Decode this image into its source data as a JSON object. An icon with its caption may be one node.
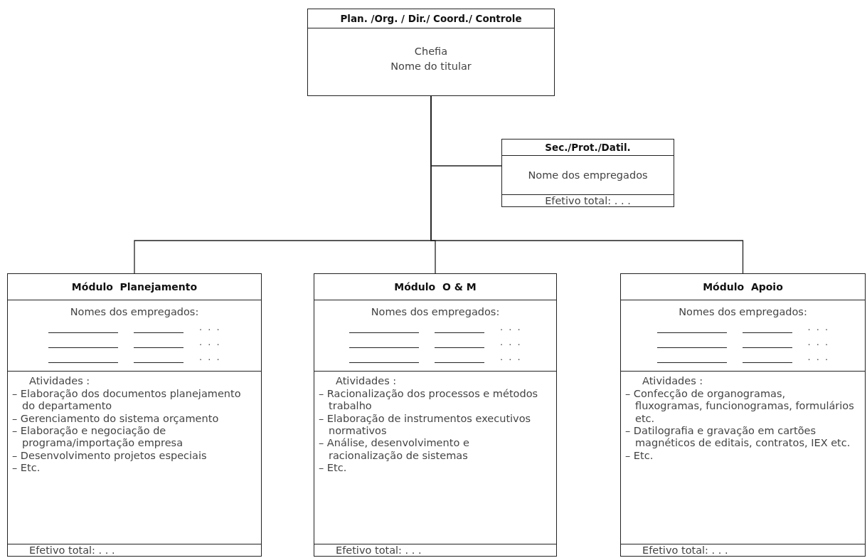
{
  "diagram": {
    "nodes": [
      {
        "text": [
          "Plan. /Org. / Dir./ Coord./ Controle",
          "Chefia",
          "Nome do titular"
        ]
      },
      {
        "text": [
          "Sec./Prot./Datil.",
          "Nome dos empregados",
          "Efetivo total: . . ."
        ]
      },
      {
        "text": [
          "Módulo  Planejamento",
          "Nomes dos empregados:",
          ". . .",
          ". . .",
          ". . .",
          "Atividades :",
          "– Elaboração dos documentos planejamento do departamento",
          "– Gerenciamento do sistema orçamento",
          "– Elaboração e negociação de programa/importação empresa",
          "– Desenvolvimento projetos especiais",
          "– Etc.",
          "Efetivo total: . . ."
        ]
      },
      {
        "text": [
          "Módulo  O & M",
          "Nomes dos empregados:",
          ". . .",
          ". . .",
          ". . .",
          "Atividades :",
          "– Racionalização dos processos e métodos trabalho",
          "– Elaboração de instrumentos executivos normativos",
          "– Análise, desenvolvimento e racionalização de sistemas",
          "– Etc.",
          "Efetivo total: . . ."
        ]
      },
      {
        "text": [
          "Módulo  Apoio",
          "Nomes dos empregados:",
          ". . .",
          ". . .",
          ". . .",
          "Atividades :",
          "– Confecção de organogramas, fluxogramas, funcionogramas, formulários etc.",
          "– Datilografia e gravação em cartões magnéticos de editais, contratos, IEX etc.",
          "– Etc.",
          "Efetivo total: . . ."
        ]
      }
    ],
    "edges": [
      {
        "from": 0,
        "to": 1,
        "arrow": "none"
      },
      {
        "from": 0,
        "to": 2,
        "arrow": "none"
      },
      {
        "from": 0,
        "to": 3,
        "arrow": "none"
      },
      {
        "from": 0,
        "to": 4,
        "arrow": "none"
      }
    ]
  }
}
